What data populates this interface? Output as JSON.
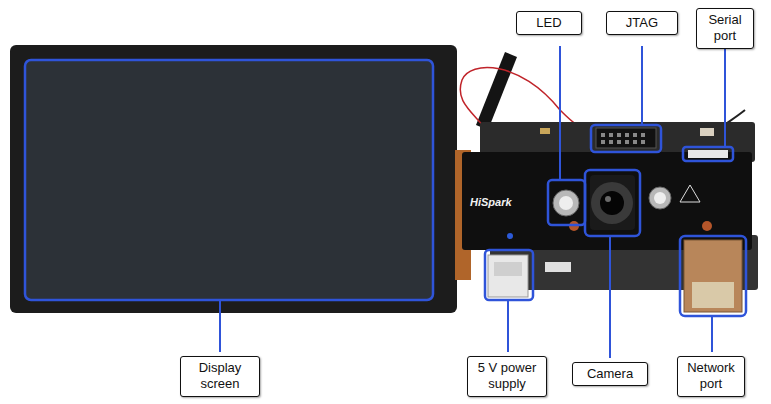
{
  "diagram": {
    "nodes": [
      {
        "text": [
          "LED"
        ]
      },
      {
        "text": [
          "JTAG"
        ]
      },
      {
        "text": [
          "Serial port"
        ]
      },
      {
        "text": [
          "Display screen"
        ]
      },
      {
        "text": [
          "5 V power supply"
        ]
      },
      {
        "text": [
          "Camera"
        ]
      },
      {
        "text": [
          "Network port"
        ]
      }
    ],
    "labels": [
      "HiSpark"
    ]
  }
}
